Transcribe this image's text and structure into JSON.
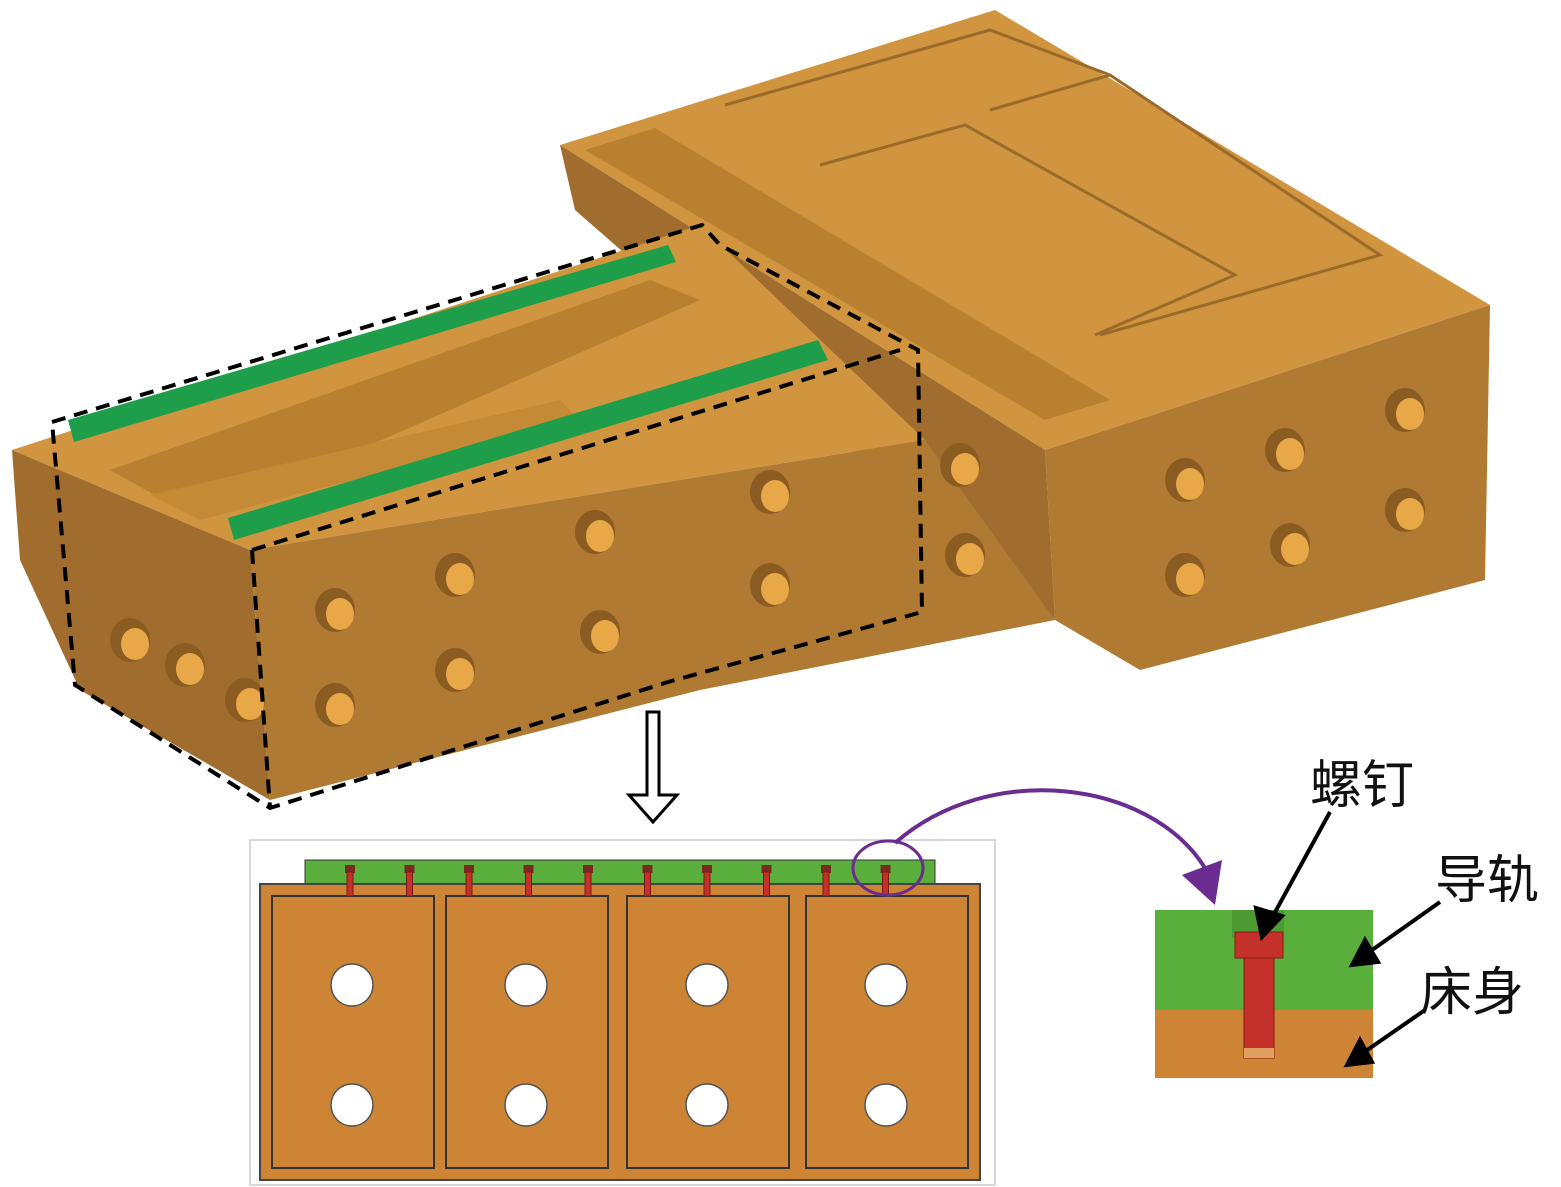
{
  "colors": {
    "bed_top": "#d2953f",
    "bed_side": "#a06d2e",
    "bed_front": "#b07a32",
    "bed_dark": "#8a5c22",
    "rail": "#1e9e4a",
    "rail_section": "#5aae3c",
    "body_section": "#cd8535",
    "screw": "#c4302a",
    "outline": "#000000",
    "callout": "#6a2c91"
  },
  "labels": {
    "screw": "螺钉",
    "guide_rail": "导轨",
    "bed_body": "床身"
  },
  "section_view": {
    "panel_count": 4,
    "screw_count": 10,
    "hole_rows": 2
  }
}
